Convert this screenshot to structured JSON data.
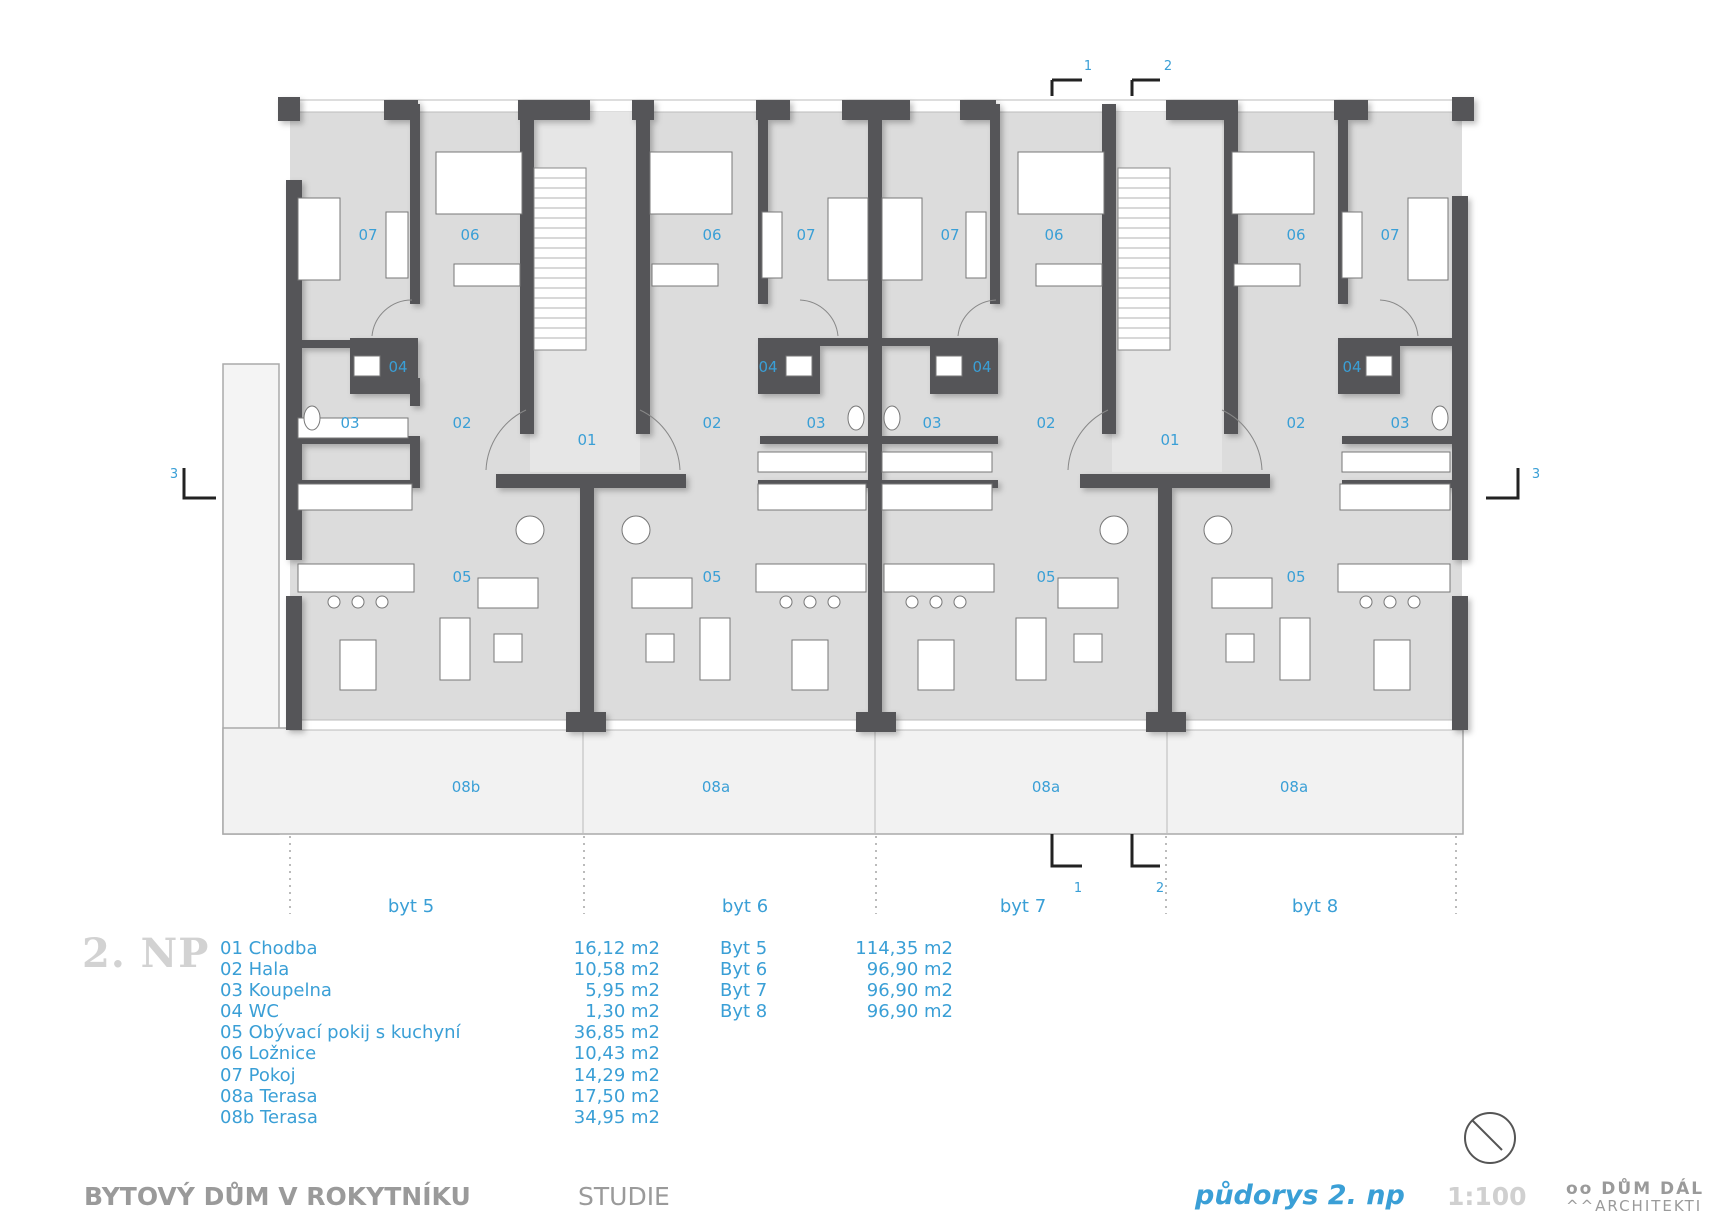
{
  "floor_label": "2. NP",
  "rooms": [
    {
      "code": "01",
      "name": "Chodba",
      "area": "16,12 m2"
    },
    {
      "code": "02",
      "name": "Hala",
      "area": "10,58 m2"
    },
    {
      "code": "03",
      "name": "Koupelna",
      "area": "5,95 m2"
    },
    {
      "code": "04",
      "name": "WC",
      "area": "1,30 m2"
    },
    {
      "code": "05",
      "name": "Obývací pokij s kuchyní",
      "area": "36,85 m2"
    },
    {
      "code": "06",
      "name": "Ložnice",
      "area": "10,43 m2"
    },
    {
      "code": "07",
      "name": "Pokoj",
      "area": "14,29 m2"
    },
    {
      "code": "08a",
      "name": "Terasa",
      "area": "17,50 m2"
    },
    {
      "code": "08b",
      "name": "Terasa",
      "area": "34,95 m2"
    }
  ],
  "apartments": [
    {
      "name": "Byt 5",
      "area": "114,35 m2"
    },
    {
      "name": "Byt 6",
      "area": "96,90 m2"
    },
    {
      "name": "Byt 7",
      "area": "96,90 m2"
    },
    {
      "name": "Byt 8",
      "area": "96,90 m2"
    }
  ],
  "plan": {
    "unit_labels": [
      "byt 5",
      "byt 6",
      "byt 7",
      "byt 8"
    ],
    "room_labels_unit5": [
      "07",
      "06",
      "04",
      "03",
      "02",
      "05"
    ],
    "room_labels_unit6": [
      "06",
      "07",
      "04",
      "03",
      "02",
      "05"
    ],
    "room_labels_unit7": [
      "07",
      "06",
      "04",
      "03",
      "02",
      "05"
    ],
    "room_labels_unit8": [
      "06",
      "07",
      "04",
      "03",
      "02",
      "05"
    ],
    "corridor_labels": [
      "01",
      "01"
    ],
    "terrace_labels": [
      "08b",
      "08a",
      "08a",
      "08a"
    ],
    "section_marks": [
      "1",
      "2",
      "3",
      "3",
      "1",
      "2"
    ]
  },
  "footer": {
    "project": "BYTOVÝ DŮM V ROKYTNÍKU",
    "stage": "STUDIE",
    "drawing": "půdorys 2. np",
    "scale": "1:100",
    "logo_line1": "DŮM DÁL",
    "logo_line2": "ARCHITEKTI"
  },
  "colors": {
    "wall": "#555558",
    "floor": "#d9d9d9",
    "accent": "#3a9fd6",
    "terrace": "#f2f2f2"
  }
}
